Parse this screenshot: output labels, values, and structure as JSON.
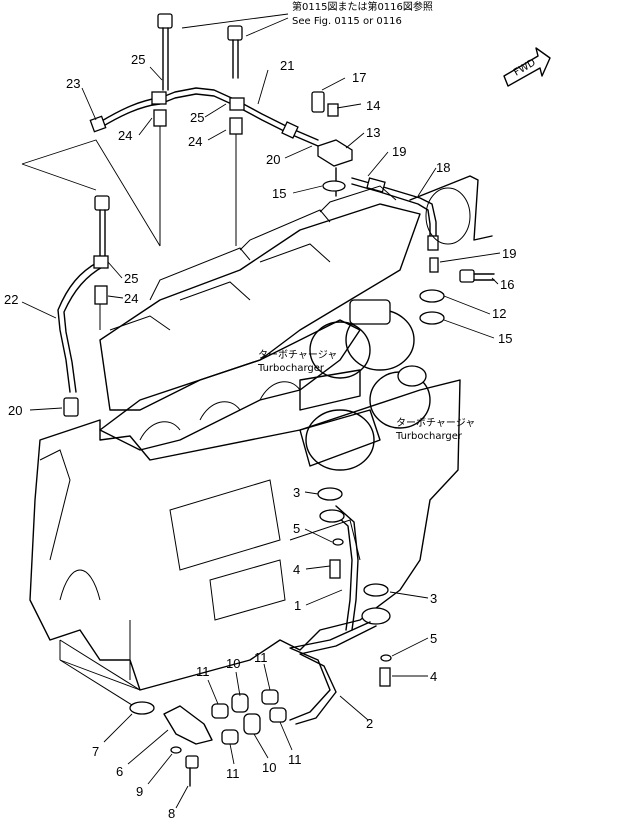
{
  "reference_note": {
    "jp": "第0115図または第0116図参照",
    "en": "See Fig. 0115 or 0116"
  },
  "fwd_label": "FWD",
  "turbo_labels": [
    {
      "jp": "ターボチャージャ",
      "en": "Turbocharger"
    },
    {
      "jp": "ターボチャージャ",
      "en": "Turbocharger"
    }
  ],
  "callouts": {
    "c1": "1",
    "c2": "2",
    "c3a": "3",
    "c3b": "3",
    "c4a": "4",
    "c4b": "4",
    "c5a": "5",
    "c5b": "5",
    "c6": "6",
    "c7": "7",
    "c8": "8",
    "c9": "9",
    "c10a": "10",
    "c10b": "10",
    "c11a": "11",
    "c11b": "11",
    "c11c": "11",
    "c11d": "11",
    "c12": "12",
    "c13": "13",
    "c14": "14",
    "c15a": "15",
    "c15b": "15",
    "c16": "16",
    "c17": "17",
    "c18": "18",
    "c19a": "19",
    "c19b": "19",
    "c20a": "20",
    "c20b": "20",
    "c21": "21",
    "c22": "22",
    "c23": "23",
    "c24a": "24",
    "c24b": "24",
    "c24c": "24",
    "c25a": "25",
    "c25b": "25",
    "c25c": "25"
  }
}
